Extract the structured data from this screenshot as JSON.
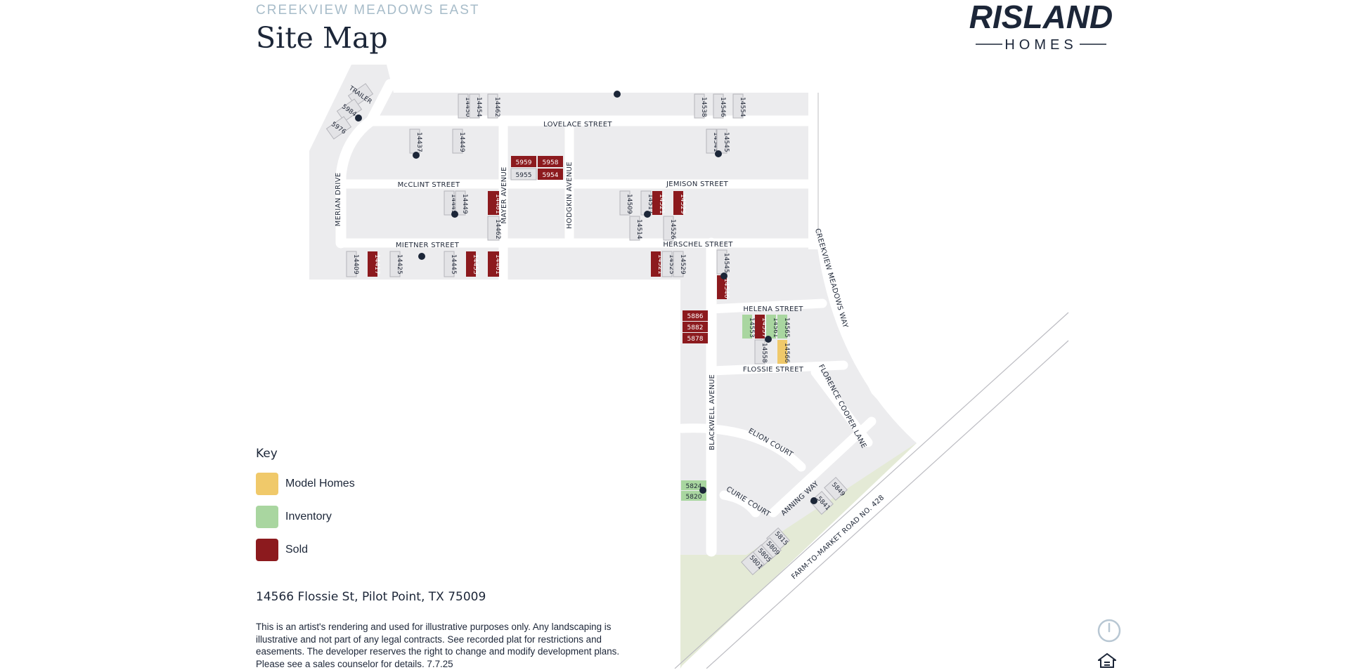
{
  "header": {
    "subtitle": "CREEKVIEW MEADOWS EAST",
    "title": "Site Map"
  },
  "logo": {
    "brand": "RISLAND",
    "sub": "HOMES",
    "color": "#1c2638"
  },
  "colors": {
    "model": "#f0c96a",
    "inventory": "#a9d6a0",
    "sold": "#8c1a1e",
    "lot_open": "#e3e3e6",
    "street": "#ffffff",
    "block": "#ececee",
    "green_space": "#e4ead6"
  },
  "key": {
    "title": "Key",
    "items": [
      {
        "label": "Model Homes",
        "color": "#f0c96a"
      },
      {
        "label": "Inventory",
        "color": "#a9d6a0"
      },
      {
        "label": "Sold",
        "color": "#8c1a1e"
      }
    ]
  },
  "address": "14566 Flossie St, Pilot Point, TX 75009",
  "disclaimer": "This is an artist's rendering and used for illustrative purposes only. Any landscaping is illustrative and not part of any legal contracts. See recorded plat for restrictions and easements. The developer reserves the right to change and modify development plans. Please see a sales counselor for details. 7.7.25",
  "streets": {
    "lovelace": "LOVELACE STREET",
    "mcclint": "McCLINT STREET",
    "jemison": "JEMISON STREET",
    "mietner": "MIETNER STREET",
    "herschel": "HERSCHEL STREET",
    "helena": "HELENA STREET",
    "flossie": "FLOSSIE STREET",
    "elion": "ELION COURT",
    "curie": "CURIE COURT",
    "anning": "ANNING WAY",
    "merian": "MERIAN DRIVE",
    "mayer": "MAYER AVENUE",
    "hodgkin": "HODGKIN AVENUE",
    "blackwell": "BLACKWELL AVENUE",
    "florence": "FLORENCE COOPER LANE",
    "creekview": "CREEKVIEW MEADOWS WAY",
    "fm428": "FARM-TO-MARKET ROAD NO. 428"
  },
  "lots": {
    "trailer": "TRAILER",
    "l5984": "5984",
    "l5976": "5976",
    "l14450": "14450",
    "l14454": "14454",
    "l14462a": "14462",
    "l14538": "14538",
    "l14546a": "14546",
    "l14554": "14554",
    "l14437": "14437",
    "l14449a": "14449",
    "l14541": "14541",
    "l14545a": "14545",
    "l5959": "5959",
    "l5958": "5958",
    "l5955": "5955",
    "l5954": "5954",
    "l14445a": "14445",
    "l14449b": "14449",
    "l14461a": "14461",
    "l14462b": "14462",
    "l14509": "14509",
    "l14517": "14517",
    "l14521a": "14521",
    "l14529a": "14529",
    "l14514": "14514",
    "l14526": "14526",
    "l14409": "14409",
    "l14417": "14417",
    "l14425": "14425",
    "l14445b": "14445",
    "l14453": "14453",
    "l14461b": "14461",
    "l14521b": "14521",
    "l14525": "14525",
    "l14529b": "14529",
    "l14545b": "14545",
    "l14546b": "14546",
    "l5886": "5886",
    "l5882": "5882",
    "l5878": "5878",
    "l14553": "14553",
    "l14557": "14557",
    "l14561": "14561",
    "l14565": "14565",
    "l14558": "14558",
    "l14566": "14566",
    "l5824": "5824",
    "l5820": "5820",
    "l5849": "5849",
    "l5841": "5841",
    "l5815": "5815",
    "l5809": "5809",
    "l5805": "5805",
    "l5801": "5801"
  },
  "icons": {
    "power": "power-icon",
    "equal_housing": "equal-housing-icon"
  }
}
